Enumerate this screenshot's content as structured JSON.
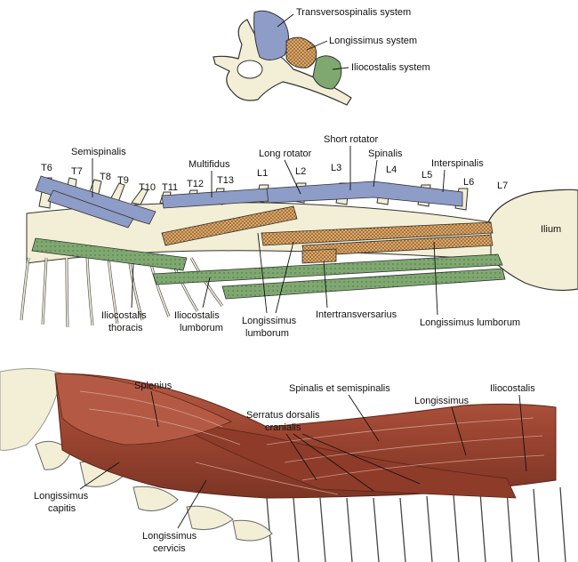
{
  "top_panel": {
    "labels": {
      "transversospinalis": "Transversospinalis system",
      "longissimus": "Longissimus system",
      "iliocostalis": "Iliocostalis system"
    }
  },
  "middle_panel": {
    "vertebrae": {
      "t6": "T6",
      "t7": "T7",
      "t8": "T8",
      "t9": "T9",
      "t10": "T10",
      "t11": "T11",
      "t12": "T12",
      "t13": "T13",
      "l1": "L1",
      "l2": "L2",
      "l3": "L3",
      "l4": "L4",
      "l5": "L5",
      "l6": "L6",
      "l7": "L7"
    },
    "ilium": "Ilium",
    "muscles": {
      "semispinalis": "Semispinalis",
      "multifidus": "Multifidus",
      "long_rotator": "Long rotator",
      "short_rotator": "Short rotator",
      "spinalis": "Spinalis",
      "interspinalis": "Interspinalis",
      "iliocostalis_thoracis_1": "Iliocostalis",
      "iliocostalis_thoracis_2": "thoracis",
      "iliocostalis_lumborum_1": "Iliocostalis",
      "iliocostalis_lumborum_2": "lumborum",
      "longissimus_lumborum_1": "Longissimus",
      "longissimus_lumborum_2": "lumborum",
      "intertransversarius": "Intertransversarius",
      "longissimus_lumborum_right": "Longissimus lumborum"
    }
  },
  "bottom_panel": {
    "labels": {
      "splenius": "Splenius",
      "spinalis_semispinalis": "Spinalis et semispinalis",
      "longissimus": "Longissimus",
      "iliocostalis": "Iliocostalis",
      "serratus_1": "Serratus dorsalis",
      "serratus_2": "cranialis",
      "longissimus_capitis_1": "Longissimus",
      "longissimus_capitis_2": "capitis",
      "longissimus_cervicis_1": "Longissimus",
      "longissimus_cervicis_2": "cervicis"
    }
  },
  "colors": {
    "transversospinalis": "#8e9cc8",
    "longissimus": "#d9a567",
    "iliocostalis": "#7fa871",
    "bone": "#f3efd6",
    "muscle": "#a8503a"
  }
}
